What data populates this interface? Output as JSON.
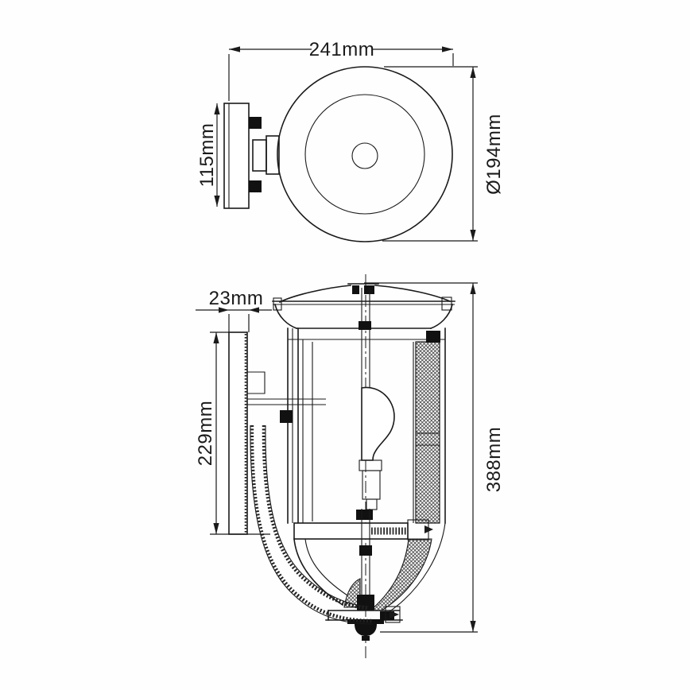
{
  "colors": {
    "line": "#1a1a1a",
    "background": "#ffffff",
    "solid_fill": "#111111"
  },
  "top_view": {
    "width_label": "241mm",
    "plate_label": "115mm",
    "diameter_label": "Ø194mm"
  },
  "side_view": {
    "depth_label": "23mm",
    "backplate_label": "229mm",
    "height_label": "388mm"
  }
}
